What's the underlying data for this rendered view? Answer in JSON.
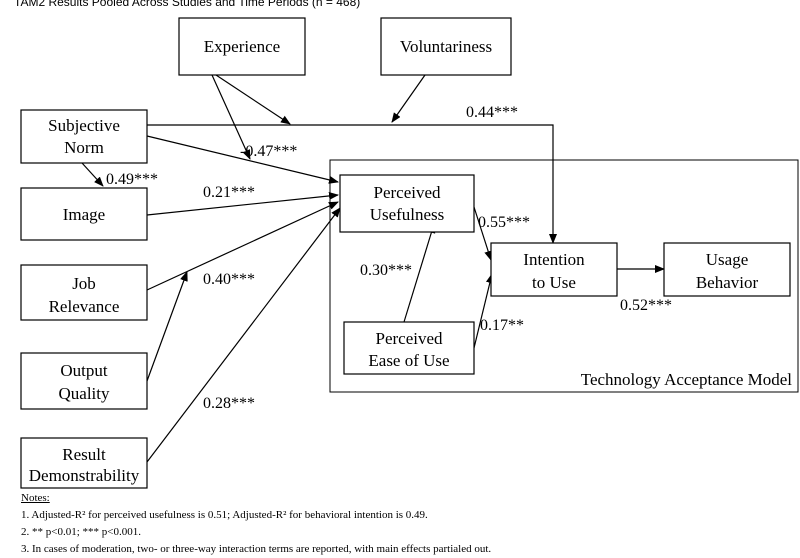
{
  "caption": "TAM2 Results Pooled Across Studies and Time Periods (n = 468)",
  "nodes": {
    "experience": [
      "Experience"
    ],
    "voluntariness": [
      "Voluntariness"
    ],
    "subjective_norm": [
      "Subjective",
      "Norm"
    ],
    "image": [
      "Image"
    ],
    "job_relevance": [
      "Job",
      "Relevance"
    ],
    "output_quality": [
      "Output",
      "Quality"
    ],
    "result_demonstrability": [
      "Result",
      "Demonstrability"
    ],
    "perceived_usefulness": [
      "Perceived",
      "Usefulness"
    ],
    "perceived_ease_of_use": [
      "Perceived",
      "Ease of Use"
    ],
    "intention_to_use": [
      "Intention",
      "to Use"
    ],
    "usage_behavior": [
      "Usage",
      "Behavior"
    ]
  },
  "model_label": "Technology Acceptance Model",
  "coefficients": {
    "sn_intention": "0.44***",
    "exp_sn_pu": "-0.47***",
    "sn_image": "0.49***",
    "image_pu": "0.21***",
    "pu_intention": "0.55***",
    "peou_pu": "0.30***",
    "job_pu": "0.40***",
    "peou_intention": "0.17**",
    "intention_usage": "0.52***",
    "result_pu": "0.28***"
  },
  "notes": {
    "heading": "Notes:",
    "items": [
      "1.  Adjusted-R² for perceived usefulness is 0.51; Adjusted-R² for behavioral intention is 0.49.",
      "2.  ** p<0.01; *** p<0.001.",
      "3.  In cases of moderation, two- or three-way interaction terms are reported, with main effects partialed out."
    ]
  }
}
